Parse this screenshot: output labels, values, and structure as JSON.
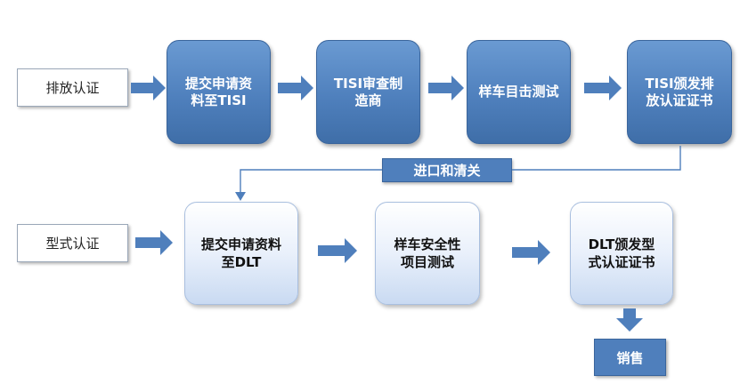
{
  "rows": {
    "emission": {
      "label": "排放认证",
      "steps": [
        "提交申请资\n料至TISI",
        "TISI审查制\n造商",
        "样车目击测试",
        "TISI颁发排\n放认证证书"
      ]
    },
    "type_approval": {
      "label": "型式认证",
      "steps": [
        "提交申请资料\n至DLT",
        "样车安全性\n项目测试",
        "DLT颁发型\n式认证证书"
      ]
    }
  },
  "connector": {
    "label": "进口和清关"
  },
  "final_step": {
    "label": "销售"
  },
  "colors": {
    "dark_fill": "#4f80bd",
    "light_fill": "#dbe7f7",
    "arrow": "#4f7fbc"
  }
}
